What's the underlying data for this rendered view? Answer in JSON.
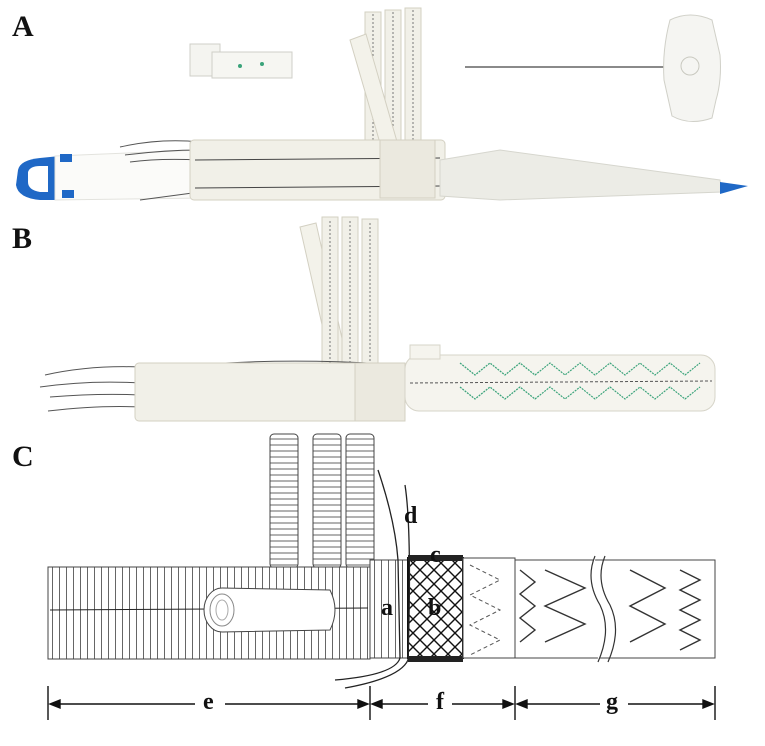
{
  "panels": [
    {
      "letter": "A"
    },
    {
      "letter": "B"
    },
    {
      "letter": "C"
    }
  ],
  "diagram": {
    "parts": [
      "a",
      "b",
      "c",
      "d"
    ],
    "segments": [
      "e",
      "f",
      "g"
    ]
  },
  "colors": {
    "graft": "#f1f0e8",
    "graft_shadow": "#d9d6c8",
    "handle_blue": "#1f68c6",
    "stent_green": "#3aa37a",
    "line": "#222222"
  }
}
